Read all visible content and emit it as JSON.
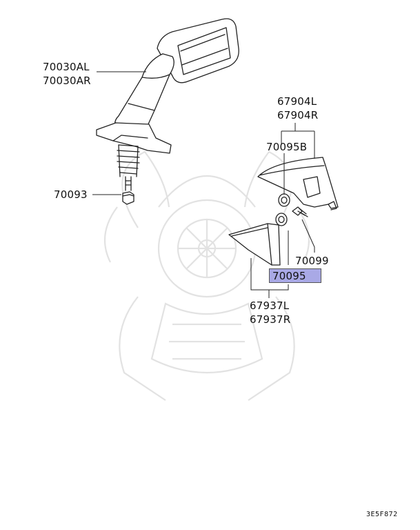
{
  "labels": {
    "mirror_assembly": [
      "70030AL",
      "70030AR"
    ],
    "nut": "70093",
    "cover_upper": [
      "67904L",
      "67904R"
    ],
    "grommet_upper": "70095B",
    "screw": "70099",
    "grommet_highlighted": "70095",
    "cover_lower": [
      "67937L",
      "67937R"
    ]
  },
  "diagram_code": "3E5F872",
  "highlight_color": "#a9a9e6",
  "icons": {
    "watermark": "samurai-helmet-watermark-icon"
  }
}
